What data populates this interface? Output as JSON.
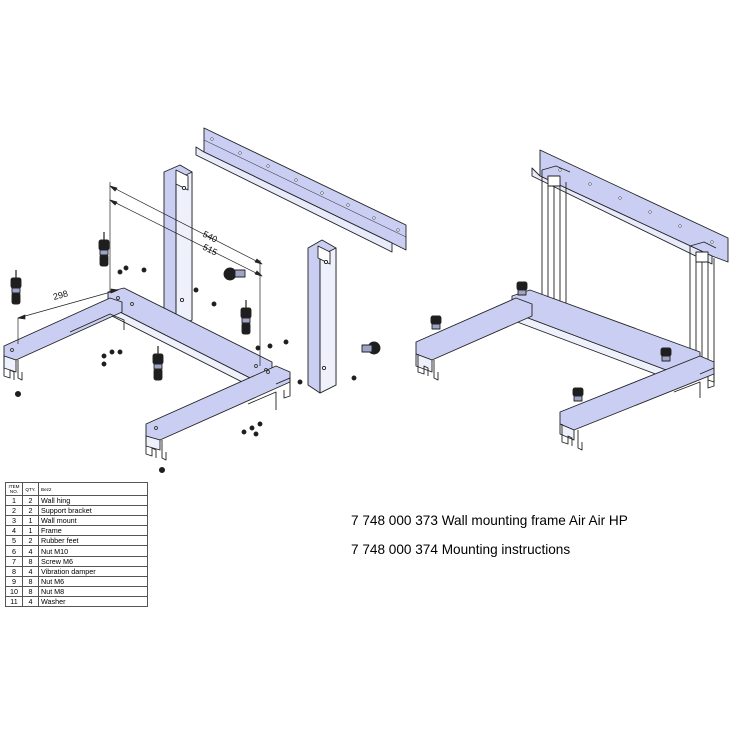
{
  "diagram": {
    "dimensions": {
      "d540": "540",
      "d515": "515",
      "d298": "298"
    }
  },
  "bom": {
    "headers": {
      "item": "ITEM NO.",
      "qty": "QTY.",
      "desc": "Bez2"
    },
    "rows": [
      {
        "item": "1",
        "qty": "2",
        "desc": "Wall hing"
      },
      {
        "item": "2",
        "qty": "2",
        "desc": "Support bracket"
      },
      {
        "item": "3",
        "qty": "1",
        "desc": "Wall mount"
      },
      {
        "item": "4",
        "qty": "1",
        "desc": "Frame"
      },
      {
        "item": "5",
        "qty": "2",
        "desc": "Rubber feet"
      },
      {
        "item": "6",
        "qty": "4",
        "desc": "Nut M10"
      },
      {
        "item": "7",
        "qty": "8",
        "desc": "Screw M6"
      },
      {
        "item": "8",
        "qty": "4",
        "desc": "Vibration damper"
      },
      {
        "item": "9",
        "qty": "8",
        "desc": "Nut M6"
      },
      {
        "item": "10",
        "qty": "8",
        "desc": "Nut M8"
      },
      {
        "item": "11",
        "qty": "4",
        "desc": "Washer"
      }
    ]
  },
  "captions": {
    "line1": "7 748 000 373 Wall mounting frame Air Air HP",
    "line2": "7 748 000 374 Mounting instructions"
  },
  "colors": {
    "part_fill": "#c9cef2",
    "part_stroke": "#222222",
    "dark_part": "#1e1e1e"
  }
}
